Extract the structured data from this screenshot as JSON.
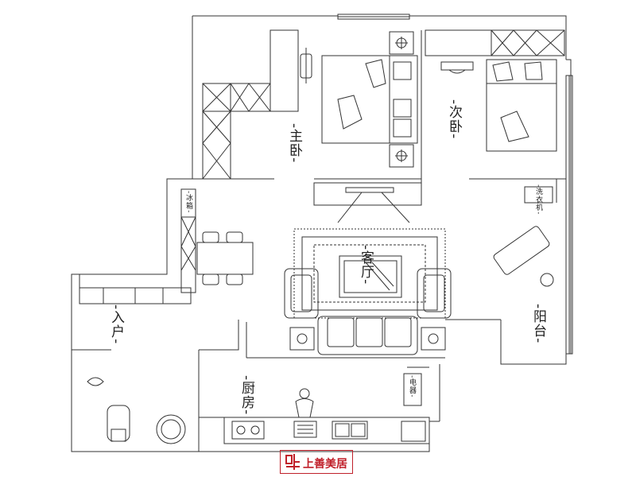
{
  "rooms": {
    "master_bedroom": "-主卧-",
    "second_bedroom": "-次卧-",
    "living_room": "-客厅-",
    "entrance": "-入户-",
    "kitchen": "-厨房-",
    "balcony": "-阳台-"
  },
  "appliances": {
    "fridge": "-冰箱-",
    "washer": "-洗衣机-",
    "electric_box": "-电器-"
  },
  "brand": {
    "name": "上善美居",
    "color": "#c0202a"
  }
}
